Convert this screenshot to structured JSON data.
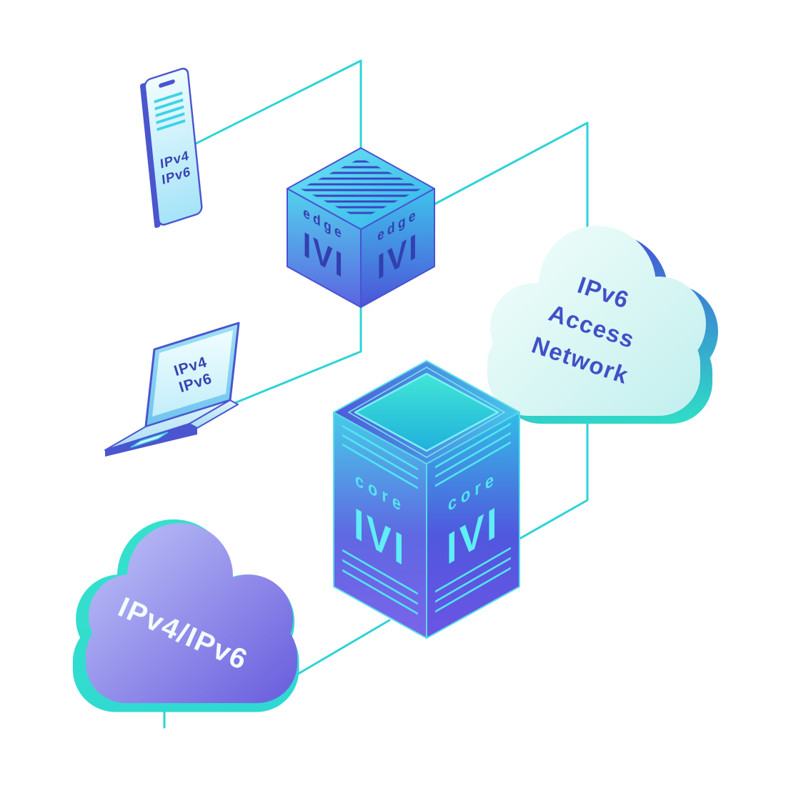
{
  "phone": {
    "line1": "IPv4",
    "line2": "IPv6"
  },
  "edge_router": {
    "left_label": "edge",
    "left_tech": "IVI",
    "right_label": "edge",
    "right_tech": "IVI"
  },
  "access_cloud": {
    "line1": "IPv6",
    "line2": "Access",
    "line3": "Network"
  },
  "laptop": {
    "line1": "IPv4",
    "line2": "IPv6"
  },
  "core_router": {
    "left_label": "core",
    "left_tech": "IVI",
    "right_label": "core",
    "right_tech": "IVI"
  },
  "dual_cloud": {
    "label": "IPv4/IPv6"
  },
  "colors": {
    "connector_cyan": "#2ed3d6",
    "outline_blue": "#4a55cf",
    "dark_blue_text": "#3743b2",
    "cyan_text": "#55e8f2",
    "cloud_text_blue": "#4150c8",
    "cloud_text_white": "#f4fcff",
    "teal_shadow": "#2fe2c6",
    "purple_cloud": "#6b5fde"
  }
}
